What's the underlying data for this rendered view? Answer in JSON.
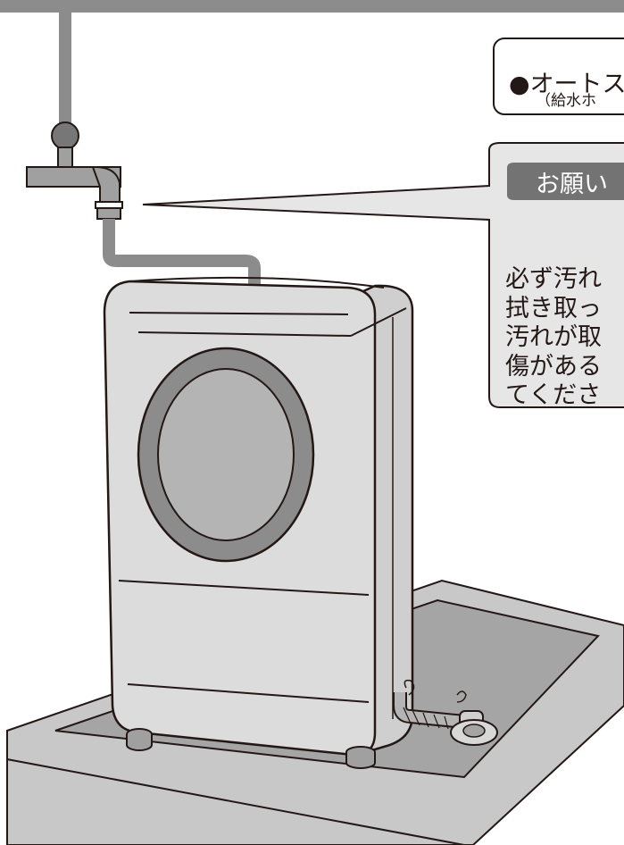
{
  "callout_auto": {
    "bullet": "●",
    "line1": "オートス",
    "line2": "（給水ホ"
  },
  "callout_note": {
    "label": "お願い",
    "lines": [
      "必ず汚れ",
      "拭き取っ",
      "汚れが取",
      "傷がある",
      "てくださ"
    ]
  },
  "colors": {
    "ink": "#231815",
    "body_gray": "#dcdcdc",
    "tray_gray": "#c8c8c8",
    "door_ring": "#8c8c8c",
    "door_glass": "#b4b4b4",
    "callout_fill": "#e6e6e6",
    "label_fill": "#737373",
    "pipe": "#8c8c8c"
  }
}
